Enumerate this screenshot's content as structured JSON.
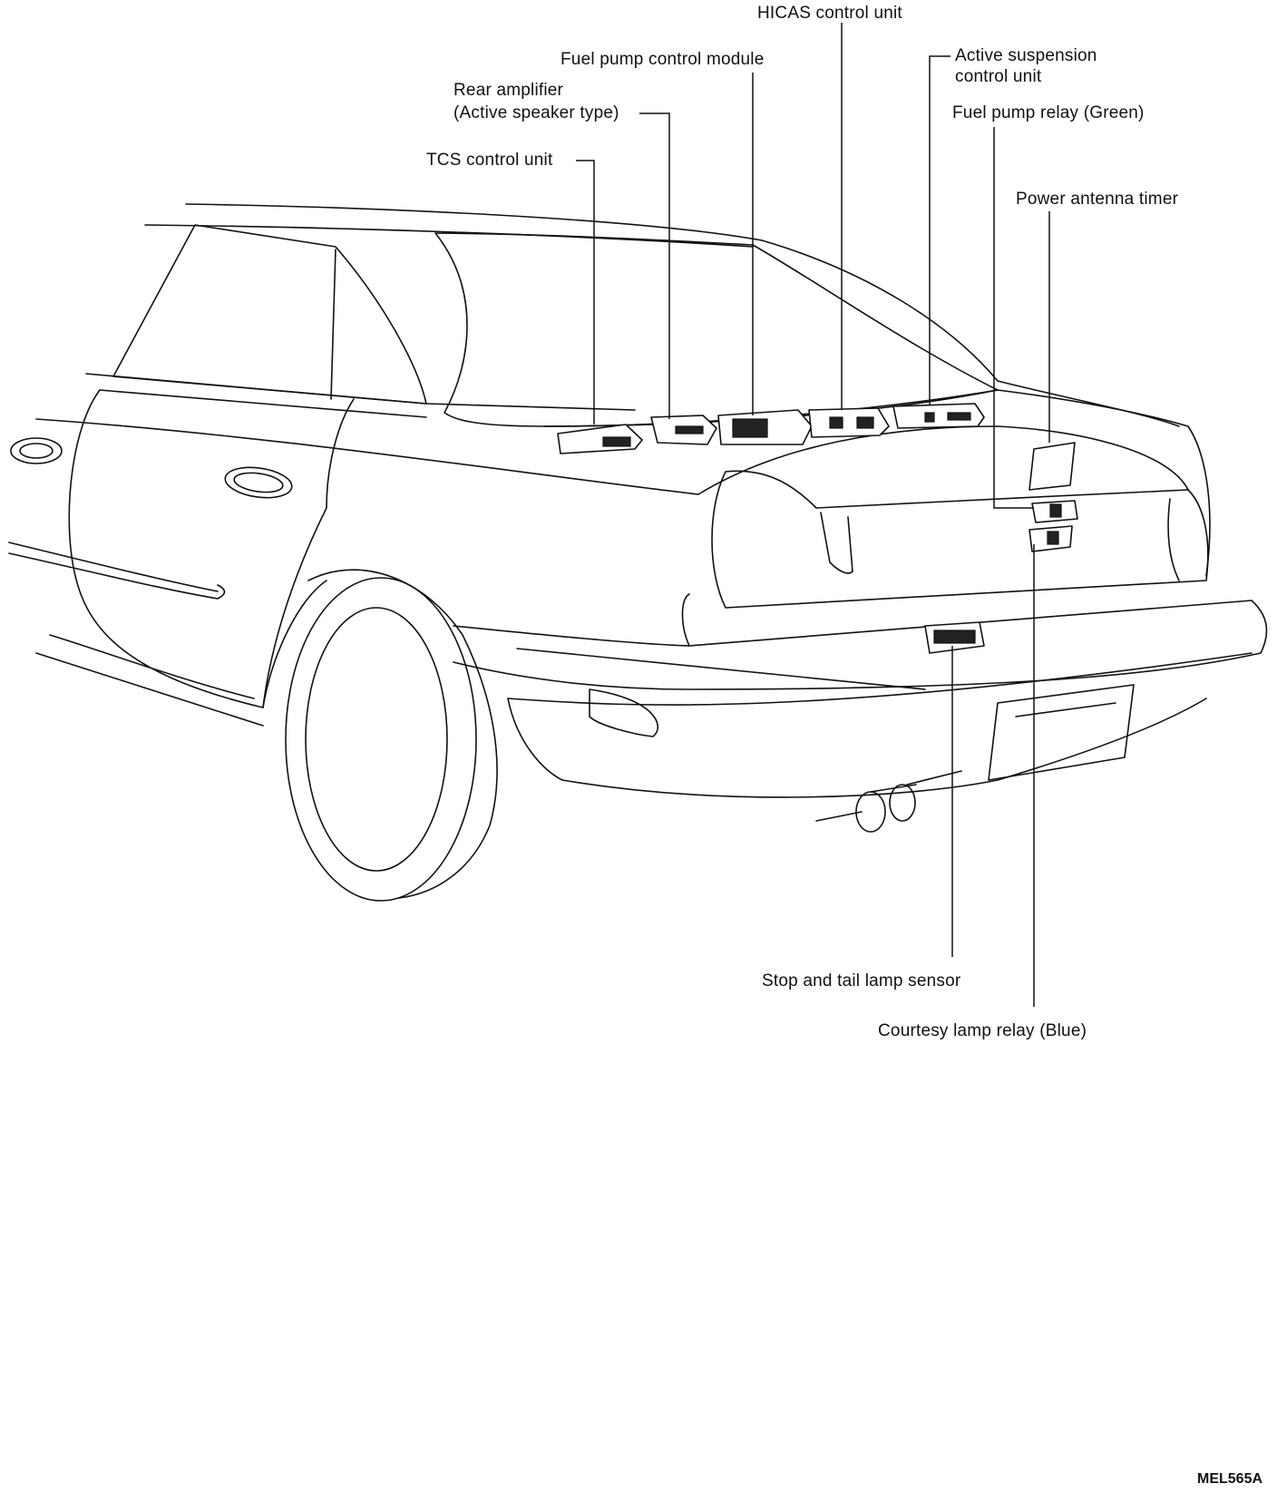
{
  "labels": {
    "hicas": "HICAS control unit",
    "fuel_pump_module": "Fuel pump control module",
    "active_susp_1": "Active suspension",
    "active_susp_2": "control unit",
    "rear_amp_1": "Rear amplifier",
    "rear_amp_2": "(Active speaker type)",
    "fuel_pump_relay": "Fuel pump relay (Green)",
    "tcs": "TCS control unit",
    "power_antenna": "Power antenna timer",
    "stop_tail": "Stop and tail lamp sensor",
    "courtesy": "Courtesy lamp relay (Blue)"
  },
  "figure_code": "MEL565A"
}
